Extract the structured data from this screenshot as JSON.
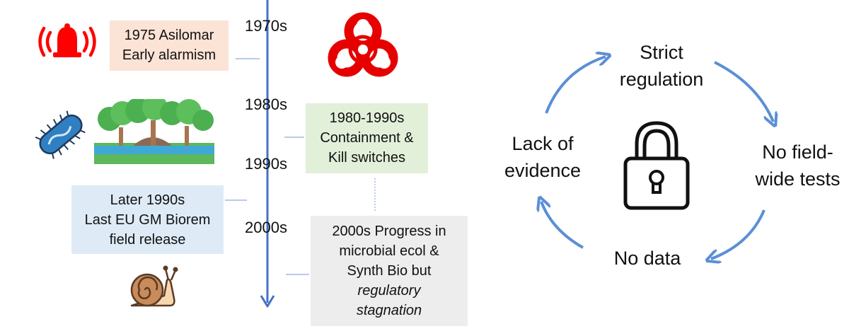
{
  "timeline": {
    "decades": [
      "1970s",
      "1980s",
      "1990s",
      "2000s"
    ],
    "events": [
      {
        "lines": [
          "1975 Asilomar",
          "Early alarmism"
        ],
        "bg": "#fbe3d6"
      },
      {
        "lines": [
          "1980-1990s",
          "Containment &",
          "Kill switches"
        ],
        "bg": "#e2f0d9"
      },
      {
        "lines": [
          "Later 1990s",
          "Last EU GM Biorem",
          "field release"
        ],
        "bg": "#deebf7"
      },
      {
        "lines": [
          "2000s Progress in",
          "microbial ecol &",
          "Synth Bio but"
        ],
        "italic_lines": [
          "regulatory",
          "stagnation"
        ],
        "bg": "#ededed"
      }
    ]
  },
  "cycle": {
    "top": [
      "Strict",
      "regulation"
    ],
    "right": [
      "No field-",
      "wide tests"
    ],
    "bottom": [
      "No data"
    ],
    "left": [
      "Lack of",
      "evidence"
    ]
  },
  "icons": [
    "alarm-bell-icon",
    "biohazard-icon",
    "bacterium-icon",
    "forest-icon",
    "snail-icon",
    "padlock-icon"
  ],
  "colors": {
    "timeline_axis": "#4472c4",
    "cycle_arrow": "#5b8fd6",
    "alarm": "#ff0000",
    "biohazard": "#e60000"
  }
}
